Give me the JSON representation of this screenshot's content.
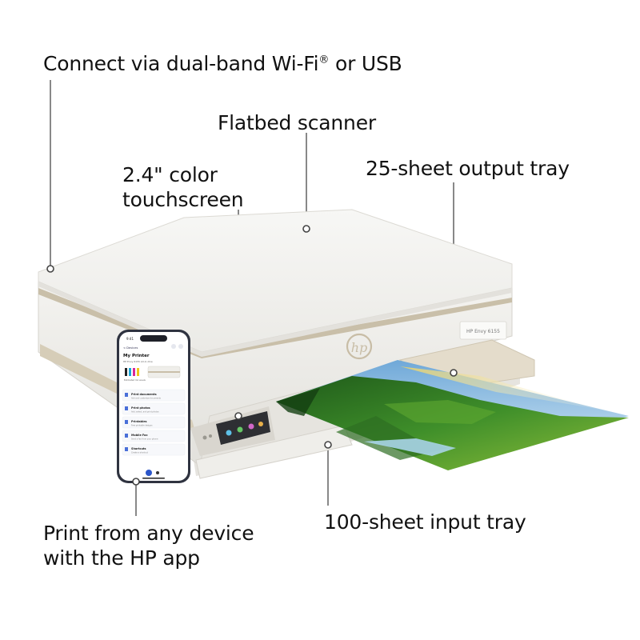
{
  "callouts": {
    "wifi": {
      "text": "Connect via dual-band Wi-Fi",
      "mark": "®",
      "suffix": " or USB"
    },
    "scanner": {
      "text": "Flatbed scanner"
    },
    "touchscreen": {
      "line1": "2.4\" color",
      "line2": "touchscreen"
    },
    "output_tray": {
      "text": "25-sheet output tray"
    },
    "app": {
      "line1": "Print from any device",
      "line2": "with the HP app"
    },
    "input_tray": {
      "text": "100-sheet input tray"
    }
  },
  "printer": {
    "brand": "hp",
    "model": "HP Envy 6155"
  },
  "phone": {
    "time": "9:41",
    "back_label": "< Devices",
    "title": "My Printer",
    "subtitle": "HP Envy 6155 All-in-One",
    "ink_label": "Estimated Ink Levels",
    "menu": [
      {
        "title": "Print documents",
        "sub": "Add and customize documents"
      },
      {
        "title": "Print photos",
        "sub": "Add, select, and print photos"
      },
      {
        "title": "Printables",
        "sub": "Free printable designs"
      },
      {
        "title": "Mobile Fax",
        "sub": "Send a fax from your phone"
      },
      {
        "title": "Shortcuts",
        "sub": "Create a shortcut"
      }
    ]
  },
  "colors": {
    "line": "#555555",
    "body": "#f1f0ed",
    "accent": "#c8bda6",
    "phone_frame": "#2f3340"
  }
}
